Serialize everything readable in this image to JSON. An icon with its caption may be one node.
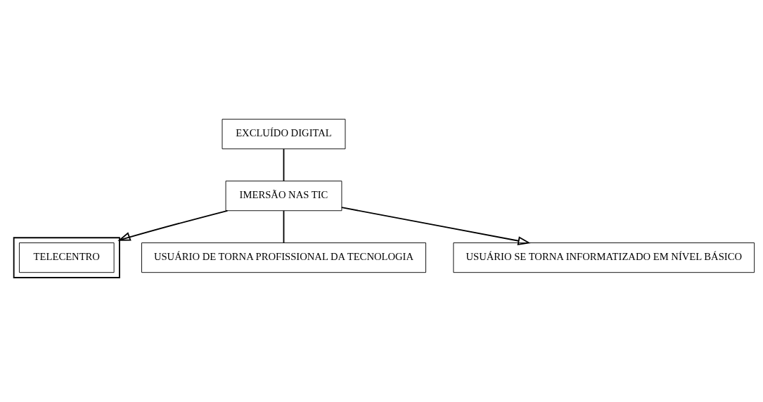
{
  "diagram": {
    "nodes": [
      {
        "text": [
          "EXCLUÍDO DIGITAL"
        ]
      },
      {
        "text": [
          "IMERSÃO NAS TIC"
        ]
      },
      {
        "text": [],
        "shape": "cube"
      },
      {
        "text": [
          "TELECENTRO"
        ],
        "in": 2
      },
      {
        "text": [
          "USUÁRIO DE TORNA PROFISSIONAL DA TECNOLOGIA"
        ]
      },
      {
        "text": [
          "USUÁRIO SE TORNA INFORMATIZADO EM NÍVEL BÁSICO"
        ]
      }
    ],
    "edges": [
      {
        "from": 0,
        "to": 1,
        "arrow": "none"
      },
      {
        "from": 1,
        "to": 2,
        "arrow": "to"
      },
      {
        "from": 1,
        "to": 4,
        "arrow": "none"
      },
      {
        "from": 1,
        "to": 5,
        "arrow": "to"
      }
    ]
  }
}
